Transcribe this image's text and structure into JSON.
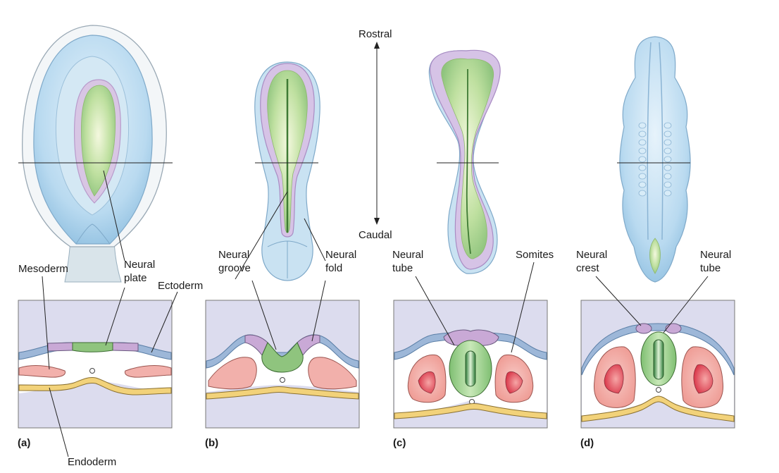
{
  "axis": {
    "rostral": "Rostral",
    "caudal": "Caudal"
  },
  "panels": [
    {
      "caption": "(a)",
      "labels": [
        "Mesoderm",
        "Neural plate",
        "Ectoderm",
        "Endoderm"
      ]
    },
    {
      "caption": "(b)",
      "labels": [
        "Neural groove",
        "Neural fold"
      ]
    },
    {
      "caption": "(c)",
      "labels": [
        "Neural tube",
        "Somites"
      ]
    },
    {
      "caption": "(d)",
      "labels": [
        "Neural crest",
        "Neural tube"
      ]
    }
  ],
  "label_text": {
    "mesoderm": "Mesoderm",
    "neural_plate_1": "Neural",
    "neural_plate_2": "plate",
    "ectoderm": "Ectoderm",
    "endoderm": "Endoderm",
    "neural_groove_1": "Neural",
    "neural_groove_2": "groove",
    "neural_fold_1": "Neural",
    "neural_fold_2": "fold",
    "neural_tube_c_1": "Neural",
    "neural_tube_c_2": "tube",
    "somites": "Somites",
    "neural_crest_1": "Neural",
    "neural_crest_2": "crest",
    "neural_tube_d_1": "Neural",
    "neural_tube_d_2": "tube"
  },
  "colors": {
    "section_bg": "#dcdcee",
    "ectoderm": "#9db7d8",
    "neural_plate": "#8fc47e",
    "neural_crest": "#c9a9d6",
    "mesoderm": "#f2b0ab",
    "somite_core": "#e05560",
    "endoderm": "#f2d27a",
    "embryo_blue": "#bcdcf0",
    "embryo_outline": "#7fa9c9"
  }
}
